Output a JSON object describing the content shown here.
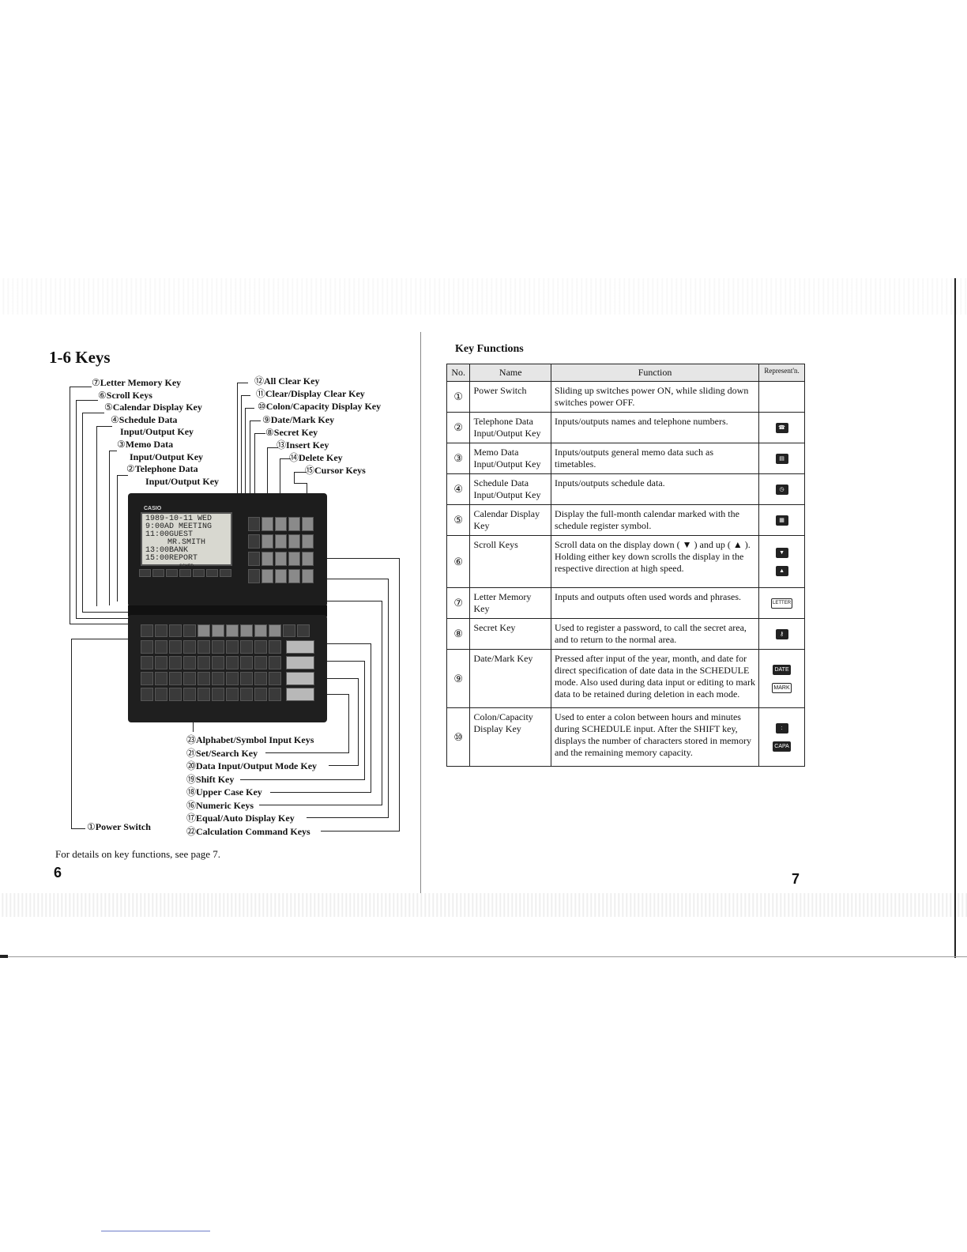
{
  "left_page": {
    "section_title": "1-6 Keys",
    "callouts_left": [
      {
        "num": "⑦",
        "label": "Letter Memory Key"
      },
      {
        "num": "⑥",
        "label": "Scroll Keys"
      },
      {
        "num": "⑤",
        "label": "Calendar Display Key"
      },
      {
        "num": "④",
        "label": "Schedule Data"
      },
      {
        "num": "",
        "label": "Input/Output Key"
      },
      {
        "num": "③",
        "label": "Memo Data"
      },
      {
        "num": "",
        "label": "Input/Output Key"
      },
      {
        "num": "②",
        "label": "Telephone Data"
      },
      {
        "num": "",
        "label": "Input/Output Key"
      }
    ],
    "callouts_right": [
      {
        "num": "⑫",
        "label": "All Clear Key"
      },
      {
        "num": "⑪",
        "label": "Clear/Display Clear Key"
      },
      {
        "num": "⑩",
        "label": "Colon/Capacity Display Key"
      },
      {
        "num": "⑨",
        "label": "Date/Mark Key"
      },
      {
        "num": "⑧",
        "label": "Secret Key"
      },
      {
        "num": "⑬",
        "label": "Insert Key"
      },
      {
        "num": "⑭",
        "label": "Delete Key"
      },
      {
        "num": "⑮",
        "label": "Cursor Keys"
      }
    ],
    "callouts_bottom": [
      {
        "num": "㉓",
        "label": "Alphabet/Symbol Input Keys"
      },
      {
        "num": "㉑",
        "label": "Set/Search Key"
      },
      {
        "num": "⑳",
        "label": "Data Input/Output Mode Key"
      },
      {
        "num": "⑲",
        "label": "Shift Key"
      },
      {
        "num": "⑱",
        "label": "Upper Case Key"
      },
      {
        "num": "⑯",
        "label": "Numeric Keys"
      },
      {
        "num": "⑰",
        "label": "Equal/Auto Display Key"
      },
      {
        "num": "㉒",
        "label": "Calculation Command Keys"
      }
    ],
    "power_switch": {
      "num": "①",
      "label": "Power Switch"
    },
    "device": {
      "brand": "CASIO",
      "lcd_lines": [
        "1989-10-11 WED",
        "9:00AD MEETING",
        "11:00GUEST",
        "MR.SMITH",
        "13:00BANK",
        "15:00REPORT"
      ],
      "lcd_sub": "SCHED"
    },
    "footnote": "For details on key functions, see page 7.",
    "page_number": "6"
  },
  "right_page": {
    "heading": "Key Functions",
    "table_headers": {
      "no": "No.",
      "name": "Name",
      "function": "Function",
      "rep": "Represent'n."
    },
    "rows": [
      {
        "no": "①",
        "name": "Power Switch",
        "function": "Sliding up switches power ON, while sliding down switches power OFF.",
        "icons": []
      },
      {
        "no": "②",
        "name": "Telephone Data Input/Output Key",
        "function": "Inputs/outputs names and telephone numbers.",
        "icons": [
          "telephone-icon"
        ]
      },
      {
        "no": "③",
        "name": "Memo Data Input/Output Key",
        "function": "Inputs/outputs general memo data such as timetables.",
        "icons": [
          "memo-icon"
        ]
      },
      {
        "no": "④",
        "name": "Schedule Data Input/Output Key",
        "function": "Inputs/outputs schedule data.",
        "icons": [
          "schedule-icon"
        ]
      },
      {
        "no": "⑤",
        "name": "Calendar Display Key",
        "function": "Display the full-month calendar marked with the schedule register symbol.",
        "icons": [
          "calendar-icon"
        ]
      },
      {
        "no": "⑥",
        "name": "Scroll Keys",
        "function": "Scroll data on the display down ( ▼ ) and up ( ▲ ). Holding either key down scrolls the display in the respective direction at high speed.",
        "icons": [
          "scroll-down-icon",
          "scroll-up-icon"
        ]
      },
      {
        "no": "⑦",
        "name": "Letter Memory Key",
        "function": "Inputs and outputs often used words and phrases.",
        "icons": [
          "letter-memory-icon"
        ]
      },
      {
        "no": "⑧",
        "name": "Secret Key",
        "function": "Used to register a password, to call the secret area, and to return to the normal area.",
        "icons": [
          "key-icon"
        ]
      },
      {
        "no": "⑨",
        "name": "Date/Mark Key",
        "function": "Pressed after input of the year, month, and date for direct specification of date data in the SCHEDULE mode. Also used during data input or editing to mark data to be retained during deletion in each mode.",
        "icons": [
          "date-icon",
          "mark-icon"
        ]
      },
      {
        "no": "⑩",
        "name": "Colon/Capacity Display Key",
        "function": "Used to enter a colon between hours and minutes during SCHEDULE input. After the SHIFT key, displays the number of characters stored in memory and the remaining memory capacity.",
        "icons": [
          "colon-icon",
          "capacity-icon"
        ]
      }
    ],
    "page_number": "7"
  }
}
